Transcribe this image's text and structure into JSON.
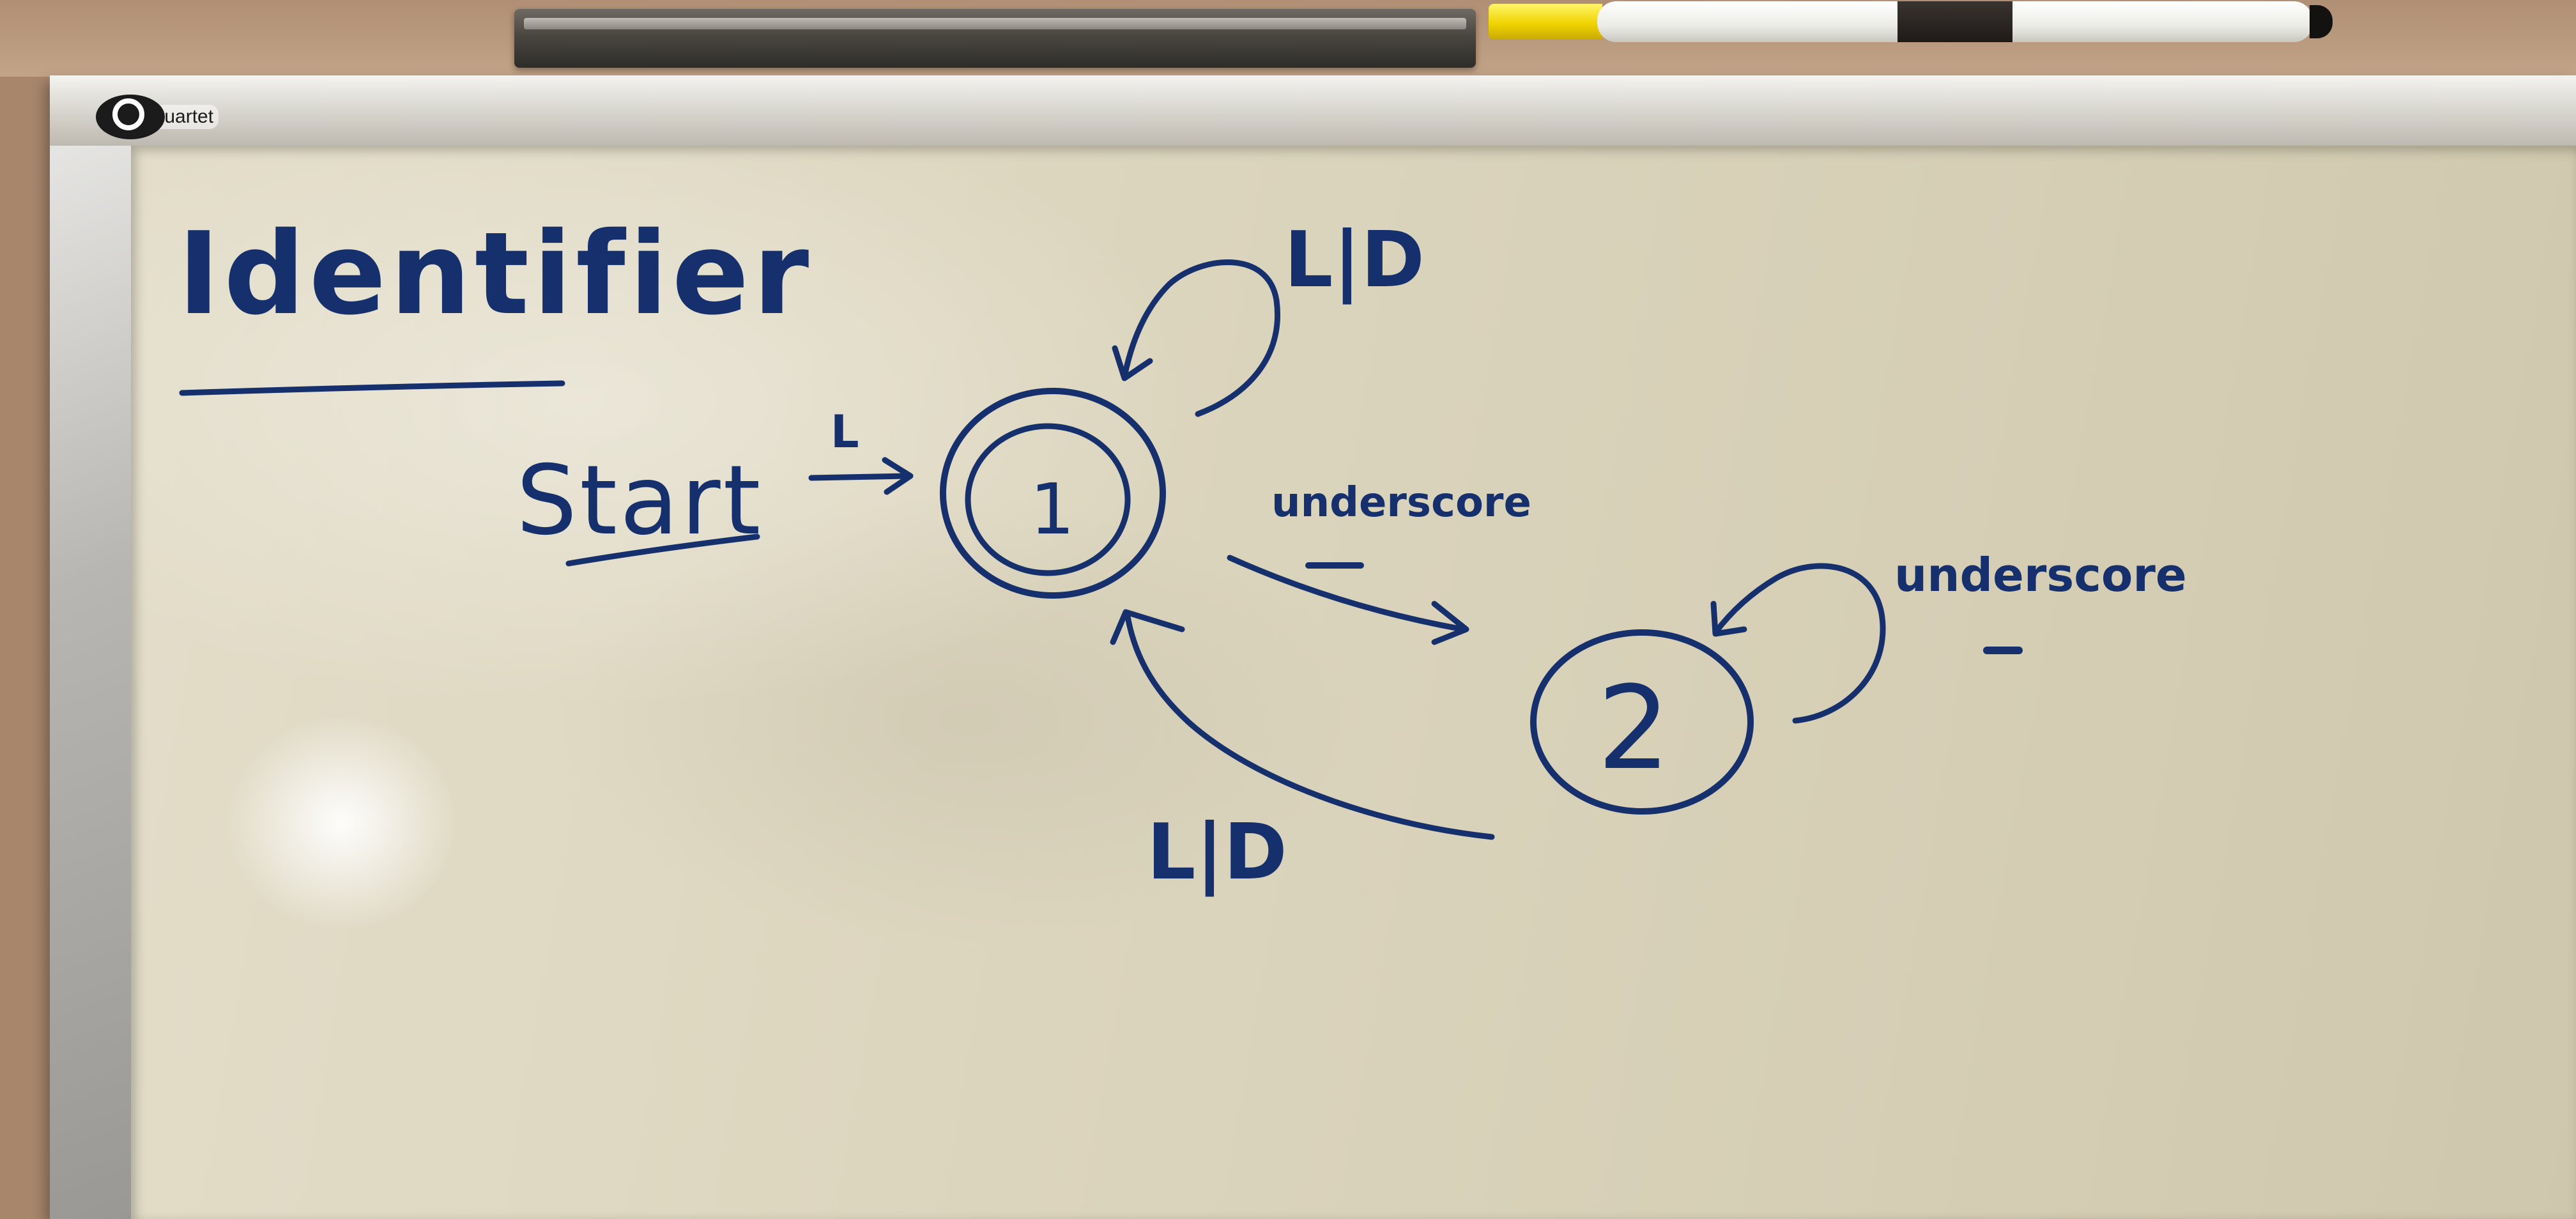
{
  "brand": {
    "logo_text": "Quartet"
  },
  "diagram": {
    "title": "Identifier",
    "start_label": "Start",
    "start_arrow_label": "L",
    "states": [
      {
        "id": "1",
        "label": "1",
        "accepting": true
      },
      {
        "id": "2",
        "label": "2",
        "accepting": false
      }
    ],
    "transitions": [
      {
        "from": "1",
        "to": "1",
        "label": "L|D"
      },
      {
        "from": "1",
        "to": "2",
        "label": "underscore",
        "symbol": "_"
      },
      {
        "from": "2",
        "to": "2",
        "label": "underscore",
        "symbol": "_"
      },
      {
        "from": "2",
        "to": "1",
        "label": "L|D"
      }
    ]
  },
  "colors": {
    "ink": "#15306d",
    "board": "#ddd6bf"
  }
}
